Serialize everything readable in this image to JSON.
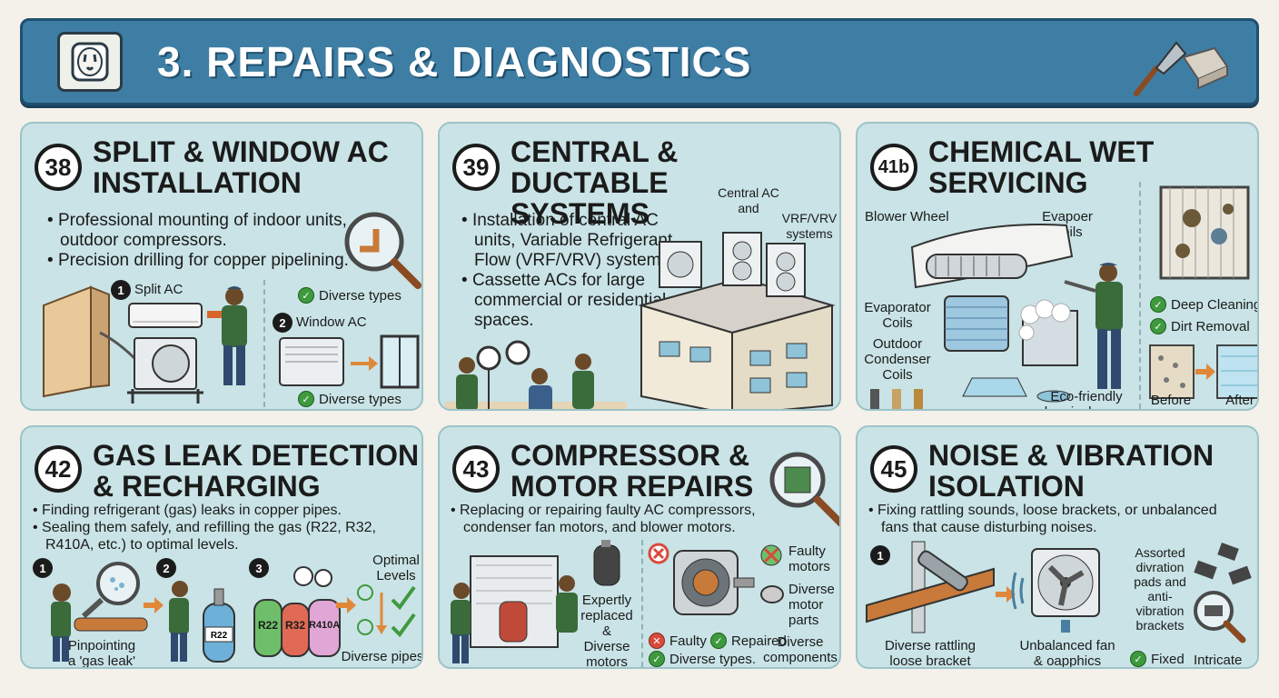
{
  "header": {
    "title": "3. REPAIRS & DIAGNOSTICS"
  },
  "panels": [
    {
      "number": "38",
      "title_line1": "SPLIT & WINDOW AC",
      "title_line2": "INSTALLATION",
      "bullets": [
        "Professional mounting of indoor units, outdoor compressors.",
        "Precision drilling for copper pipelining."
      ],
      "labels": {
        "split": "Split AC",
        "window": "Window AC",
        "check1": "Diverse types",
        "check2": "Diverse types",
        "step1": "1",
        "step2": "2"
      }
    },
    {
      "number": "39",
      "title_line1": "CENTRAL & DUCTABLE",
      "title_line2": "SYSTEMS",
      "bullets": [
        "Installation of central AC units, Variable Refrigerant Flow (VRF/VRV) systems.",
        "Cassette ACs for large commercial or residential spaces."
      ],
      "labels": {
        "central": "Central AC\nand",
        "vrf": "VRF/VRV\nsystems"
      }
    },
    {
      "number": "41b",
      "title_line1": "CHEMICAL WET",
      "title_line2": "SERVICING",
      "labels": {
        "blower": "Blower Wheel",
        "evapoer": "Evapoer\nCoils",
        "evaporator": "Evaporator\nCoils",
        "outdoor": "Outdoor\nCondenser\nCoils",
        "eco": "Eco-friendly\nchemical sprays",
        "check1": "Deep Cleaning",
        "check2": "Dirt Removal",
        "before": "Before",
        "after": "After"
      }
    },
    {
      "number": "42",
      "title_line1": "GAS LEAK DETECTION",
      "title_line2": "& RECHARGING",
      "bullets": [
        "Finding refrigerant (gas) leaks in copper pipes.",
        "Sealing them safely, and refilling the gas (R22, R32, R410A, etc.) to optimal levels."
      ],
      "labels": {
        "pinpoint": "Pinpointing\na 'gas leak'",
        "optimal": "Optimal\nLevels",
        "pipes": "Diverse pipes",
        "r22a": "R22",
        "r22": "R22",
        "r32": "R32",
        "r410": "R410A",
        "step1": "1",
        "step2": "2",
        "step3": "3"
      }
    },
    {
      "number": "43",
      "title_line1": "COMPRESSOR &",
      "title_line2": "MOTOR REPAIRS",
      "bullets": [
        "Replacing or repairing faulty AC compressors, condenser fan motors, and blower motors."
      ],
      "labels": {
        "expertly": "Expertly\nreplaced\n&\nDiverse\nmotors",
        "faulty_motors": "Faulty\nmotors",
        "diverse_parts": "Diverse\nmotor\nparts",
        "faulty": "Faulty",
        "repaired": "Repaired",
        "diverse_comp": "Diverse\ncomponents",
        "diverse_types": "Diverse types."
      }
    },
    {
      "number": "45",
      "title_line1": "NOISE & VIBRATION",
      "title_line2": "ISOLATION",
      "bullets": [
        "Fixing rattling sounds, loose brackets, or unbalanced fans that cause disturbing noises."
      ],
      "labels": {
        "rattling": "Diverse rattling\nloose bracket",
        "unbalanced": "Unbalanced fan\n& oapphics",
        "assorted": "Assorted\ndivration\npads and\nanti-\nvibration\nbrackets",
        "fixed": "Fixed",
        "intricate": "Intricate",
        "step1": "1"
      }
    }
  ]
}
